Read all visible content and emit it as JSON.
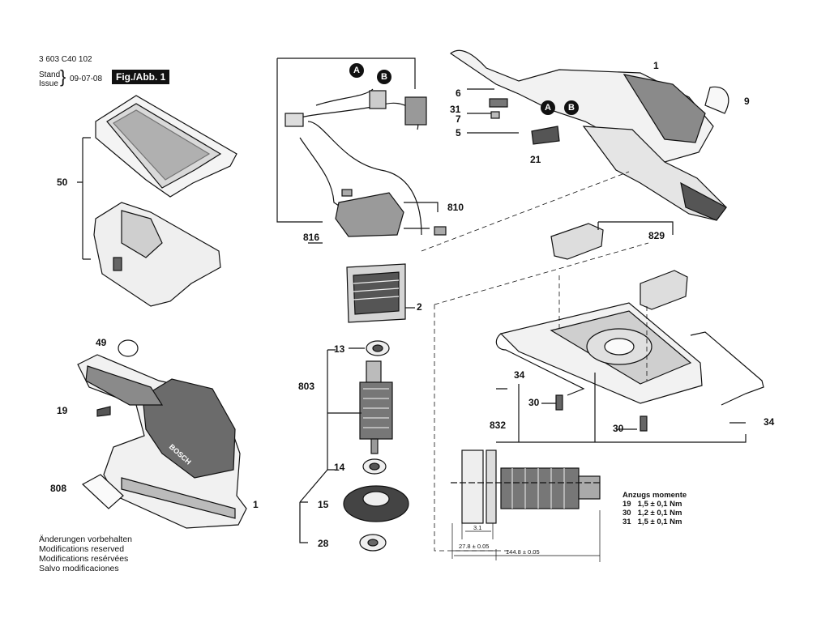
{
  "header": {
    "code": "3 603 C40 102",
    "stand": "Stand",
    "issue": "Issue",
    "date": "09-07-08",
    "figure": "Fig./Abb. 1"
  },
  "connectors": {
    "a": "A",
    "b": "B"
  },
  "part_numbers": {
    "p1_top": "1",
    "p9": "9",
    "p6": "6",
    "p31": "31",
    "p7": "7",
    "p5": "5",
    "p21": "21",
    "p50": "50",
    "p816": "816",
    "p810": "810",
    "p2": "2",
    "p829": "829",
    "p49": "49",
    "p19": "19",
    "p808": "808",
    "p1_bottom": "1",
    "p13": "13",
    "p803": "803",
    "p14": "14",
    "p15": "15",
    "p28": "28",
    "p34_left": "34",
    "p30_a": "30",
    "p832": "832",
    "p30_b": "30",
    "p34_right": "34"
  },
  "notes": [
    "Änderungen vorbehalten",
    "Modifications reserved",
    "Modifications resérvées",
    "Salvo modificaciones"
  ],
  "torque": {
    "title": "Anzugs momente",
    "rows": [
      {
        "id": "19",
        "value": "1,5 ± 0,1 Nm"
      },
      {
        "id": "30",
        "value": "1,2 ± 0,1 Nm"
      },
      {
        "id": "31",
        "value": "1,5 ± 0,1 Nm"
      }
    ]
  },
  "dimensions": {
    "d1": "3.1",
    "d2": "27.8 ± 0.05",
    "d3": "144.8 ± 0.05"
  },
  "brand_mark": "BOSCH"
}
